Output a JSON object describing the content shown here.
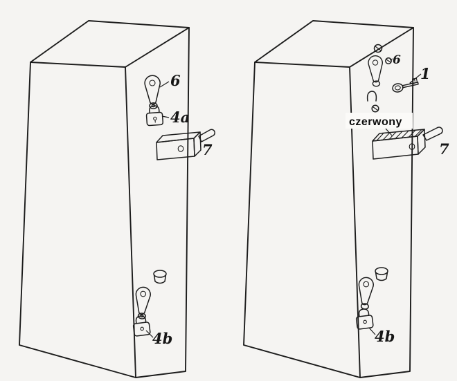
{
  "figure": {
    "background": "#f5f4f2",
    "ink": "#1c1c1c",
    "left_cabinet": {
      "labels": {
        "hasp": "6",
        "padlock_top": "4a",
        "latch": "7",
        "padlock_bottom": "4b"
      }
    },
    "right_cabinet": {
      "labels": {
        "screw": "6",
        "key": "1",
        "color_note": "czerwony",
        "latch": "7",
        "padlock_bottom": "4b"
      }
    }
  }
}
